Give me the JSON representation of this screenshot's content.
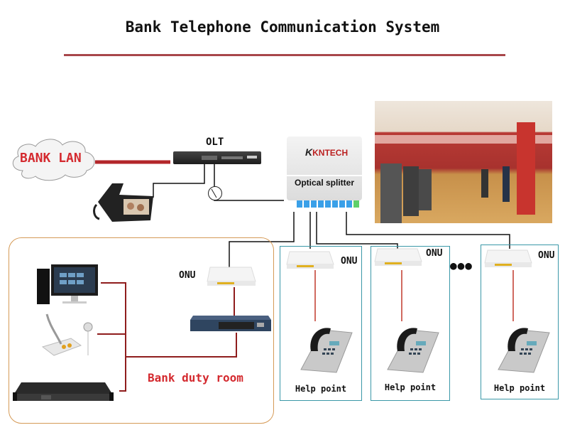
{
  "title": "Bank Telephone Communication System",
  "colors": {
    "title_rule": "#a8474b",
    "lan_link": "#b3262a",
    "duty_room_wire": "#8f1d1d",
    "fiber": "#111111",
    "help_box_border": "#3a98a8",
    "duty_room_border": "#d59a56",
    "red_text": "#d42a2f",
    "splitter_port": "#3aa0e8",
    "splitter_port_last": "#5fd06a"
  },
  "nodes": {
    "bank_lan": {
      "label": "BANK LAN",
      "icon": "cloud-icon"
    },
    "olt": {
      "label": "OLT",
      "icon": "rack-device-icon"
    },
    "ip_phone": {
      "icon": "video-phone-icon"
    },
    "fiber_coupler": {
      "icon": "fiber-coupler-icon"
    },
    "splitter": {
      "brand": "KNTECH",
      "label": "Optical splitter",
      "icon": "optical-splitter-icon",
      "ports": 8
    },
    "bank_photo": {
      "icon": "bank-lobby-photo"
    }
  },
  "duty_room": {
    "label": "Bank duty room",
    "onu_label": "ONU",
    "devices": [
      {
        "name": "dispatch-console",
        "icon": "desktop-computer-icon"
      },
      {
        "name": "intercom-master",
        "icon": "gooseneck-microphone-icon"
      },
      {
        "name": "ip-pbx-server",
        "icon": "rack-server-icon"
      },
      {
        "name": "network-switch",
        "icon": "switch-icon"
      }
    ]
  },
  "help_points": [
    {
      "onu_label": "ONU",
      "label": "Help point"
    },
    {
      "onu_label": "ONU",
      "label": "Help point"
    },
    {
      "onu_label": "ONU",
      "label": "Help point"
    }
  ],
  "ellipsis": "●●●"
}
